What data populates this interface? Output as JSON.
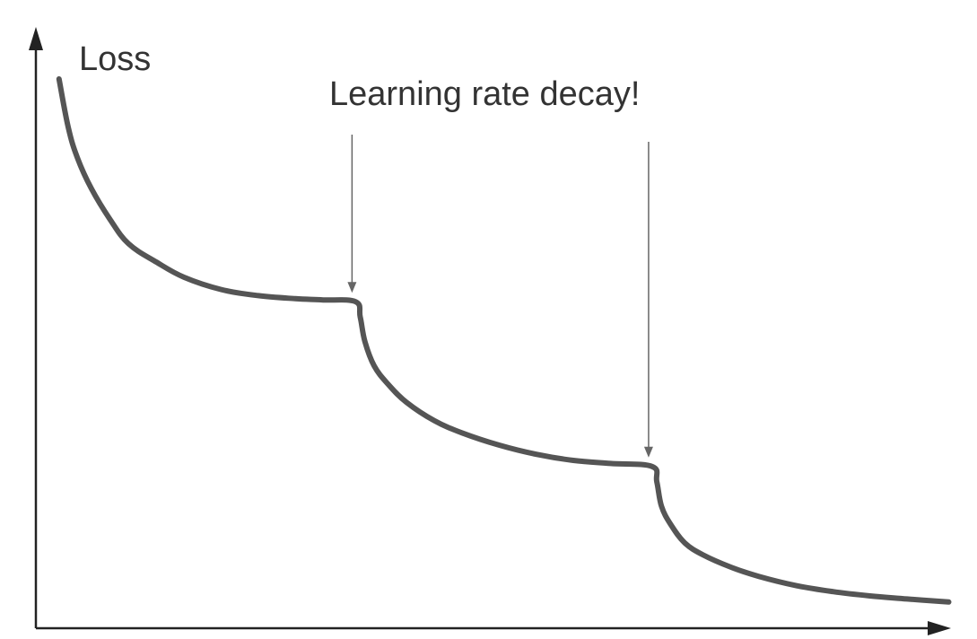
{
  "chart_data": {
    "type": "line",
    "title": "",
    "xlabel": "",
    "ylabel": "Loss",
    "xlim": [
      0,
      100
    ],
    "ylim": [
      0,
      100
    ],
    "grid": false,
    "annotation": {
      "text": "Learning rate decay!",
      "targets_x": [
        34.5,
        66.5
      ]
    },
    "series": [
      {
        "x": [
          2.5,
          3.5,
          4.5,
          6,
          8,
          10,
          13,
          16,
          20,
          24,
          28,
          31,
          34.5,
          35,
          35.5,
          36.5,
          38,
          40,
          43,
          46,
          50,
          54,
          58,
          62,
          66.5,
          67,
          67.5,
          68.5,
          70,
          72,
          75,
          78,
          82,
          86,
          90,
          94,
          98.5
        ],
        "y": [
          90,
          82,
          77,
          72,
          67,
          63,
          60,
          57.5,
          55.5,
          54.5,
          54,
          53.8,
          53.5,
          51,
          47,
          43,
          40,
          37,
          34,
          32,
          30,
          28.5,
          27.5,
          27,
          26.5,
          24,
          20,
          17,
          14,
          12,
          10,
          8.5,
          7,
          6,
          5.3,
          4.8,
          4.3
        ]
      }
    ]
  }
}
